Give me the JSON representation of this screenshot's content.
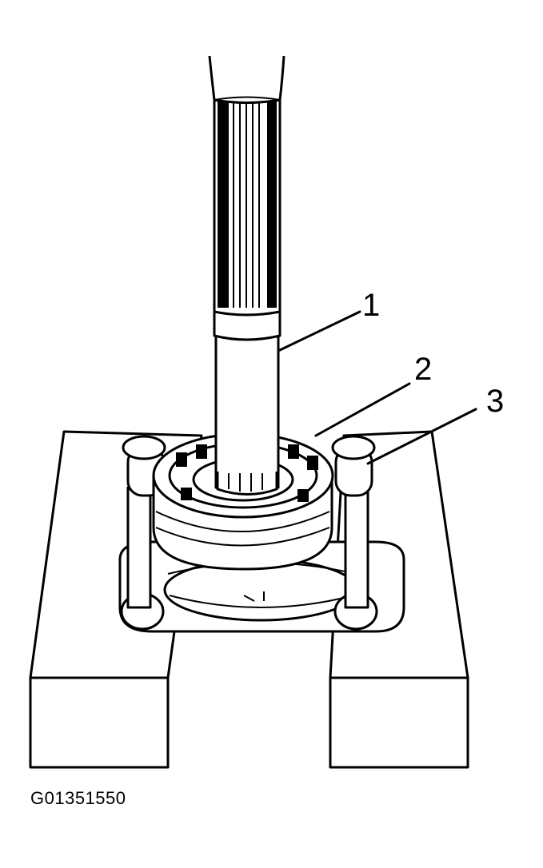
{
  "diagram": {
    "callouts": [
      {
        "label": "1",
        "part": "shaft"
      },
      {
        "label": "2",
        "part": "bearing"
      },
      {
        "label": "3",
        "part": "bearing-separator"
      }
    ],
    "figure_id": "G01351550"
  }
}
